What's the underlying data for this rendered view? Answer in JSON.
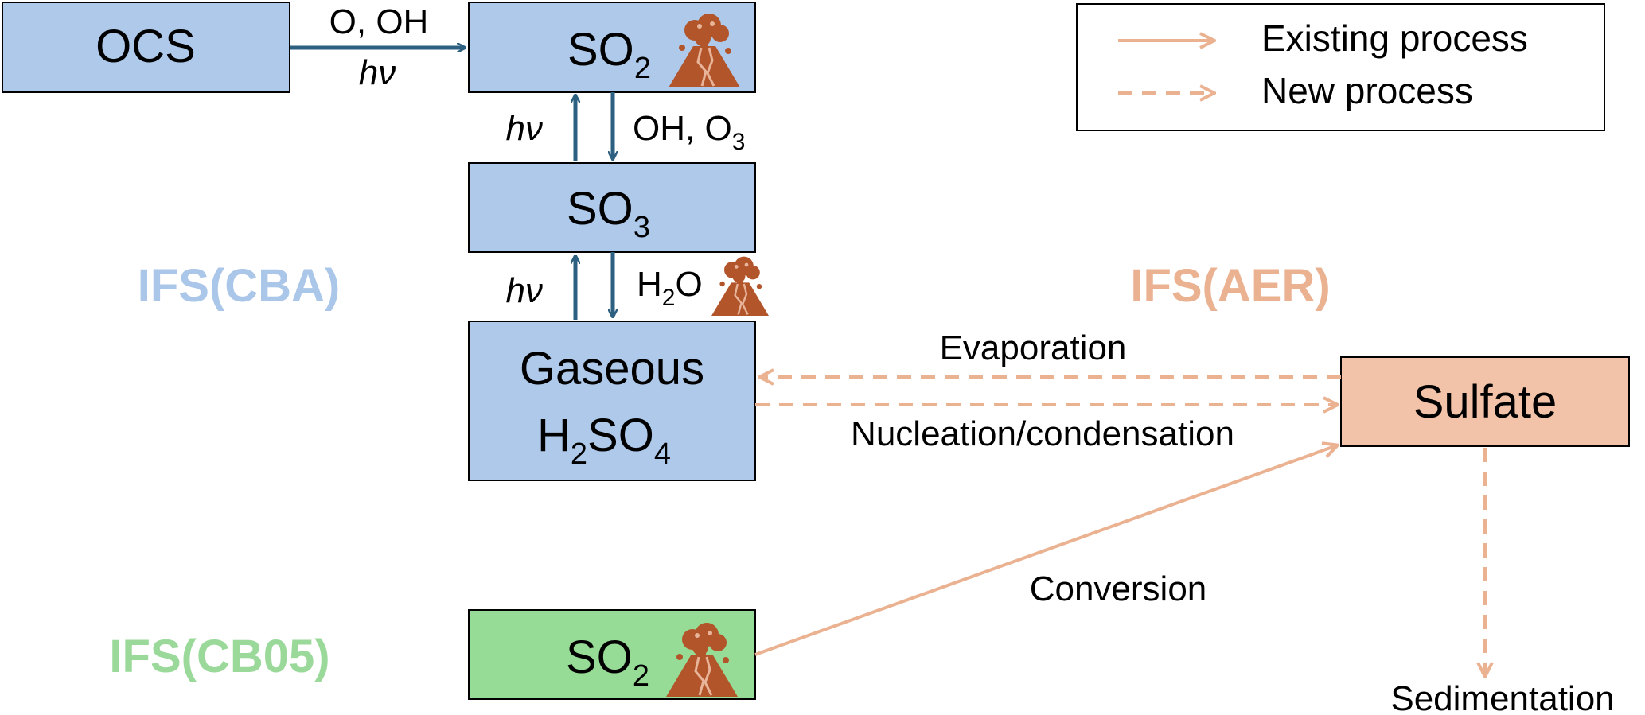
{
  "legend": {
    "existing": "Existing process",
    "new": "New process"
  },
  "boxes": {
    "ocs": "OCS",
    "so2_top": {
      "main": "SO",
      "sub": "2"
    },
    "so3": {
      "main": "SO",
      "sub": "3"
    },
    "h2so4": {
      "line1": "Gaseous",
      "h": "H",
      "h_sub": "2",
      "so": "SO",
      "so_sub": "4"
    },
    "sulfate": "Sulfate",
    "so2_bottom": {
      "main": "SO",
      "sub": "2"
    }
  },
  "reactions": {
    "ocs_to_so2_top": "O, OH",
    "ocs_to_so2_bottom": "hν",
    "so2_so3_up": "hν",
    "so2_so3_down": {
      "main": "OH, O",
      "sub": "3"
    },
    "so3_h2so4_up": "hν",
    "so3_h2so4_down": {
      "main": "H",
      "sub": "2",
      "tail": "O"
    },
    "evaporation": "Evaporation",
    "nucleation": "Nucleation/condensation",
    "conversion": "Conversion",
    "sedimentation": "Sedimentation"
  },
  "groups": {
    "cba": "IFS(CBA)",
    "aer": "IFS(AER)",
    "cb05": "IFS(CB05)"
  },
  "colors": {
    "chem_box": "#aec9ea",
    "cb05_box": "#96dc96",
    "sulfate_box": "#f2c3a8",
    "dark_arrow": "#2d5f80",
    "aer_arrow": "#ebb292",
    "cba_label": "#aac6e8",
    "aer_label": "#ebb292",
    "cb05_label": "#9ad99a",
    "volcano": "#b2552a"
  }
}
